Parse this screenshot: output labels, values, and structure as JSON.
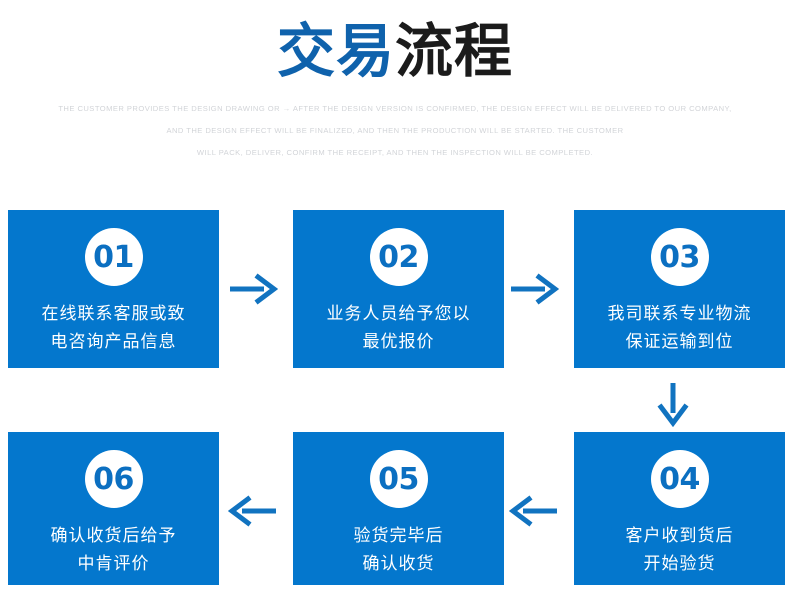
{
  "header": {
    "title_blue": "交易",
    "title_dark": "流程",
    "subtitle_lines": [
      "THE CUSTOMER PROVIDES THE DESIGN DRAWING OR → AFTER THE DESIGN VERSION IS CONFIRMED, THE DESIGN EFFECT WILL BE DELIVERED TO OUR COMPANY,",
      "AND THE DESIGN EFFECT WILL BE FINALIZED, AND THEN THE PRODUCTION WILL BE STARTED. THE CUSTOMER",
      "WILL PACK, DELIVER, CONFIRM THE RECEIPT, AND THEN THE INSPECTION WILL BE COMPLETED."
    ]
  },
  "colors": {
    "card_blue": "#0477cd",
    "title_blue": "#0f62ac",
    "title_dark": "#1b1b1b",
    "badge_text_blue": "#0b6fc1",
    "arrow_blue": "#1173c0",
    "subtitle_gray": "#d2d4d8",
    "background": "#ffffff"
  },
  "steps": [
    {
      "number": "01",
      "line1": "在线联系客服或致",
      "line2": "电咨询产品信息"
    },
    {
      "number": "02",
      "line1": "业务人员给予您以",
      "line2": "最优报价"
    },
    {
      "number": "03",
      "line1": "我司联系专业物流",
      "line2": "保证运输到位"
    },
    {
      "number": "04",
      "line1": "客户收到货后",
      "line2": "开始验货"
    },
    {
      "number": "05",
      "line1": "验货完毕后",
      "line2": "确认收货"
    },
    {
      "number": "06",
      "line1": "确认收货后给予",
      "line2": "中肯评价"
    }
  ],
  "arrows": [
    {
      "name": "arrow-right-01-to-02",
      "direction": "right"
    },
    {
      "name": "arrow-right-02-to-03",
      "direction": "right"
    },
    {
      "name": "arrow-down-03-to-04",
      "direction": "down"
    },
    {
      "name": "arrow-left-04-to-05",
      "direction": "left"
    },
    {
      "name": "arrow-left-05-to-06",
      "direction": "left"
    }
  ]
}
